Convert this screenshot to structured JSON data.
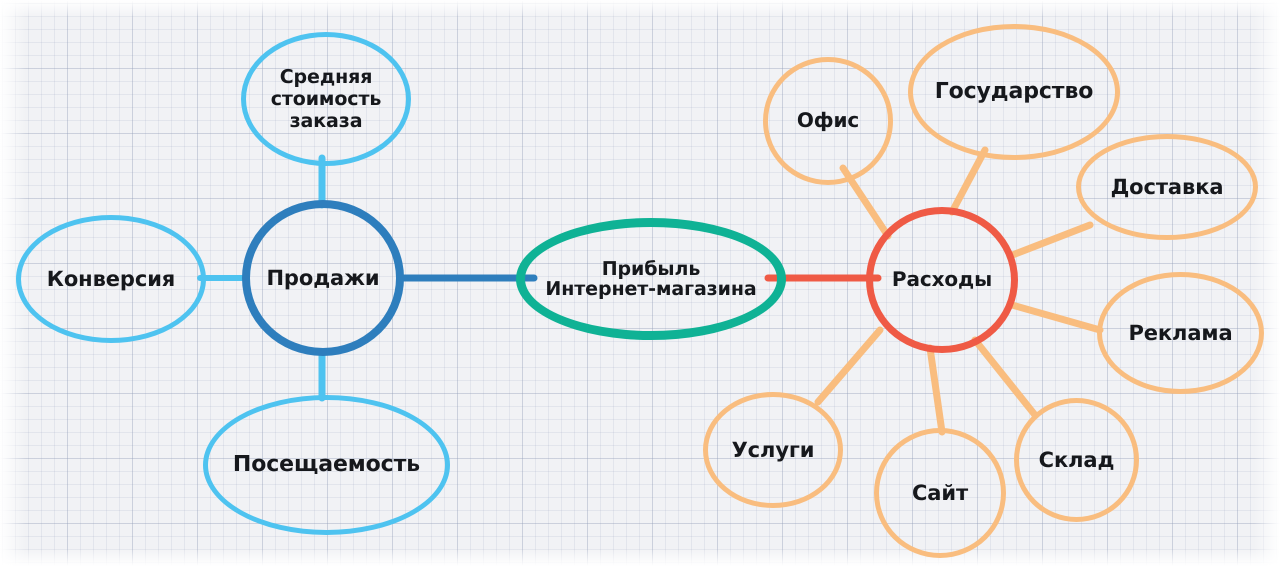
{
  "diagram": {
    "title": "Прибыль Интернет-магазина",
    "background": "#f1f2f5",
    "grid_color": "#96a0b9"
  },
  "palette": {
    "center": "#0fb295",
    "sales_hub": "#2e7ebd",
    "sales_child": "#4ec3f0",
    "costs_hub": "#ef5a45",
    "costs_child": "#f9bd7f",
    "text": "#16181c"
  },
  "nodes": {
    "center": {
      "label": "Прибыль\nИнтернет-магазина",
      "color": "#0fb295"
    },
    "sales": {
      "label": "Продажи",
      "color": "#2e7ebd"
    },
    "costs": {
      "label": "Расходы",
      "color": "#ef5a45"
    },
    "sales_children": [
      {
        "label": "Средняя\nстоимость\nзаказа",
        "color": "#4ec3f0"
      },
      {
        "label": "Конверсия",
        "color": "#4ec3f0"
      },
      {
        "label": "Посещаемость",
        "color": "#4ec3f0"
      }
    ],
    "costs_children": [
      {
        "label": "Офис",
        "color": "#f9bd7f"
      },
      {
        "label": "Государство",
        "color": "#f9bd7f"
      },
      {
        "label": "Доставка",
        "color": "#f9bd7f"
      },
      {
        "label": "Реклама",
        "color": "#f9bd7f"
      },
      {
        "label": "Склад",
        "color": "#f9bd7f"
      },
      {
        "label": "Сайт",
        "color": "#f9bd7f"
      },
      {
        "label": "Услуги",
        "color": "#f9bd7f"
      }
    ]
  },
  "edges": [
    {
      "from": "sales",
      "to": "center",
      "color": "#2e7ebd"
    },
    {
      "from": "center",
      "to": "costs",
      "color": "#ef5a45"
    },
    {
      "from": "sales",
      "to": "Средняя стоимость заказа",
      "color": "#4ec3f0"
    },
    {
      "from": "sales",
      "to": "Конверсия",
      "color": "#4ec3f0"
    },
    {
      "from": "sales",
      "to": "Посещаемость",
      "color": "#4ec3f0"
    },
    {
      "from": "costs",
      "to": "Офис",
      "color": "#f9bd7f"
    },
    {
      "from": "costs",
      "to": "Государство",
      "color": "#f9bd7f"
    },
    {
      "from": "costs",
      "to": "Доставка",
      "color": "#f9bd7f"
    },
    {
      "from": "costs",
      "to": "Реклама",
      "color": "#f9bd7f"
    },
    {
      "from": "costs",
      "to": "Склад",
      "color": "#f9bd7f"
    },
    {
      "from": "costs",
      "to": "Сайт",
      "color": "#f9bd7f"
    },
    {
      "from": "costs",
      "to": "Услуги",
      "color": "#f9bd7f"
    }
  ]
}
